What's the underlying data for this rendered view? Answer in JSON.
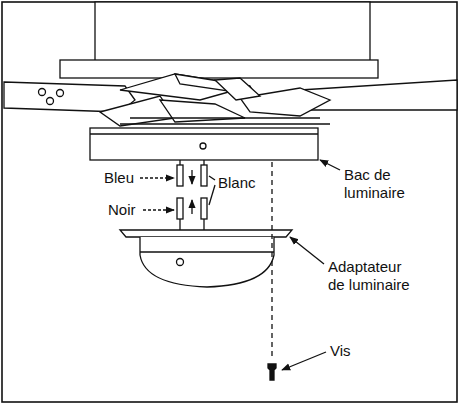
{
  "diagram": {
    "labels": [
      "Bleu",
      "Blanc",
      "Noir",
      "Bac de luminaire",
      "Adaptateur de luminaire",
      "Vis"
    ]
  }
}
